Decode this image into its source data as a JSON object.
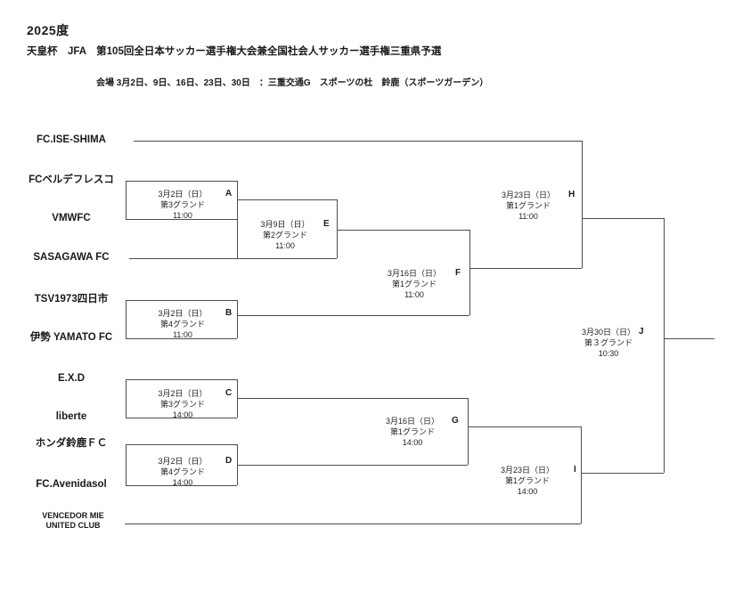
{
  "header": {
    "year": "2025度",
    "title": "天皇杯　JFA　第105回全日本サッカー選手権大会兼全国社会人サッカー選手権三重県予選",
    "venue": "会場 3月2日、9日、16日、23日、30日　：三重交通G　スポーツの杜　鈴鹿（スポーツガーデン）"
  },
  "teams": [
    {
      "name": "FC.ISE-SHIMA"
    },
    {
      "name": "FCベルデフレスコ"
    },
    {
      "name": "VMWFC"
    },
    {
      "name": "SASAGAWA FC"
    },
    {
      "name": "TSV1973四日市"
    },
    {
      "name": "伊勢 YAMATO FC"
    },
    {
      "name": "E.X.D"
    },
    {
      "name": "liberte"
    },
    {
      "name": "ホンダ鈴鹿ＦＣ"
    },
    {
      "name": "FC.Avenidasol"
    },
    {
      "name": "VENCEDOR MIE",
      "name_line2": "UNITED CLUB"
    }
  ],
  "matches": [
    {
      "id": "A",
      "date": "3月2日（日）",
      "ground": "第3グランド",
      "time": "11:00"
    },
    {
      "id": "B",
      "date": "3月2日（日）",
      "ground": "第4グランド",
      "time": "11:00"
    },
    {
      "id": "C",
      "date": "3月2日（日）",
      "ground": "第3グランド",
      "time": "14:00"
    },
    {
      "id": "D",
      "date": "3月2日（日）",
      "ground": "第4グランド",
      "time": "14:00"
    },
    {
      "id": "E",
      "date": "3月9日（日）",
      "ground": "第2グランド",
      "time": "11:00"
    },
    {
      "id": "F",
      "date": "3月16日（日）",
      "ground": "第1グランド",
      "time": "11:00"
    },
    {
      "id": "G",
      "date": "3月16日（日）",
      "ground": "第1グランド",
      "time": "14:00"
    },
    {
      "id": "H",
      "date": "3月23日（日）",
      "ground": "第1グランド",
      "time": "11:00"
    },
    {
      "id": "I",
      "date": "3月23日（日）",
      "ground": "第1グランド",
      "time": "14:00"
    },
    {
      "id": "J",
      "date": "3月30日（日）",
      "ground": "第３グランド",
      "time": "10:30"
    }
  ]
}
